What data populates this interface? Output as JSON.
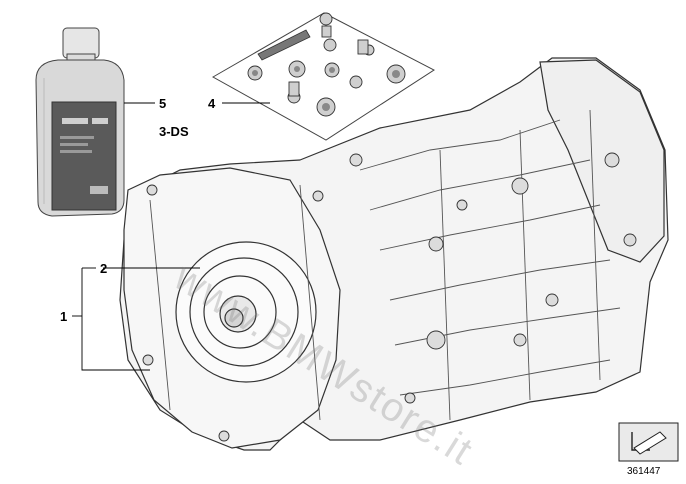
{
  "callouts": {
    "c1": "1",
    "c2": "2",
    "c3": "3-DS",
    "c4": "4",
    "c5": "5"
  },
  "watermark": "www.BMWstore.it",
  "diagram_id": "361447",
  "colors": {
    "line": "#333333",
    "bottle_body": "#d9d9d9",
    "bottle_cap": "#e4e4e4",
    "bottle_label": "#555555",
    "housing_fill": "#f3f3f3",
    "nav_box_fill": "#eaeaea"
  }
}
